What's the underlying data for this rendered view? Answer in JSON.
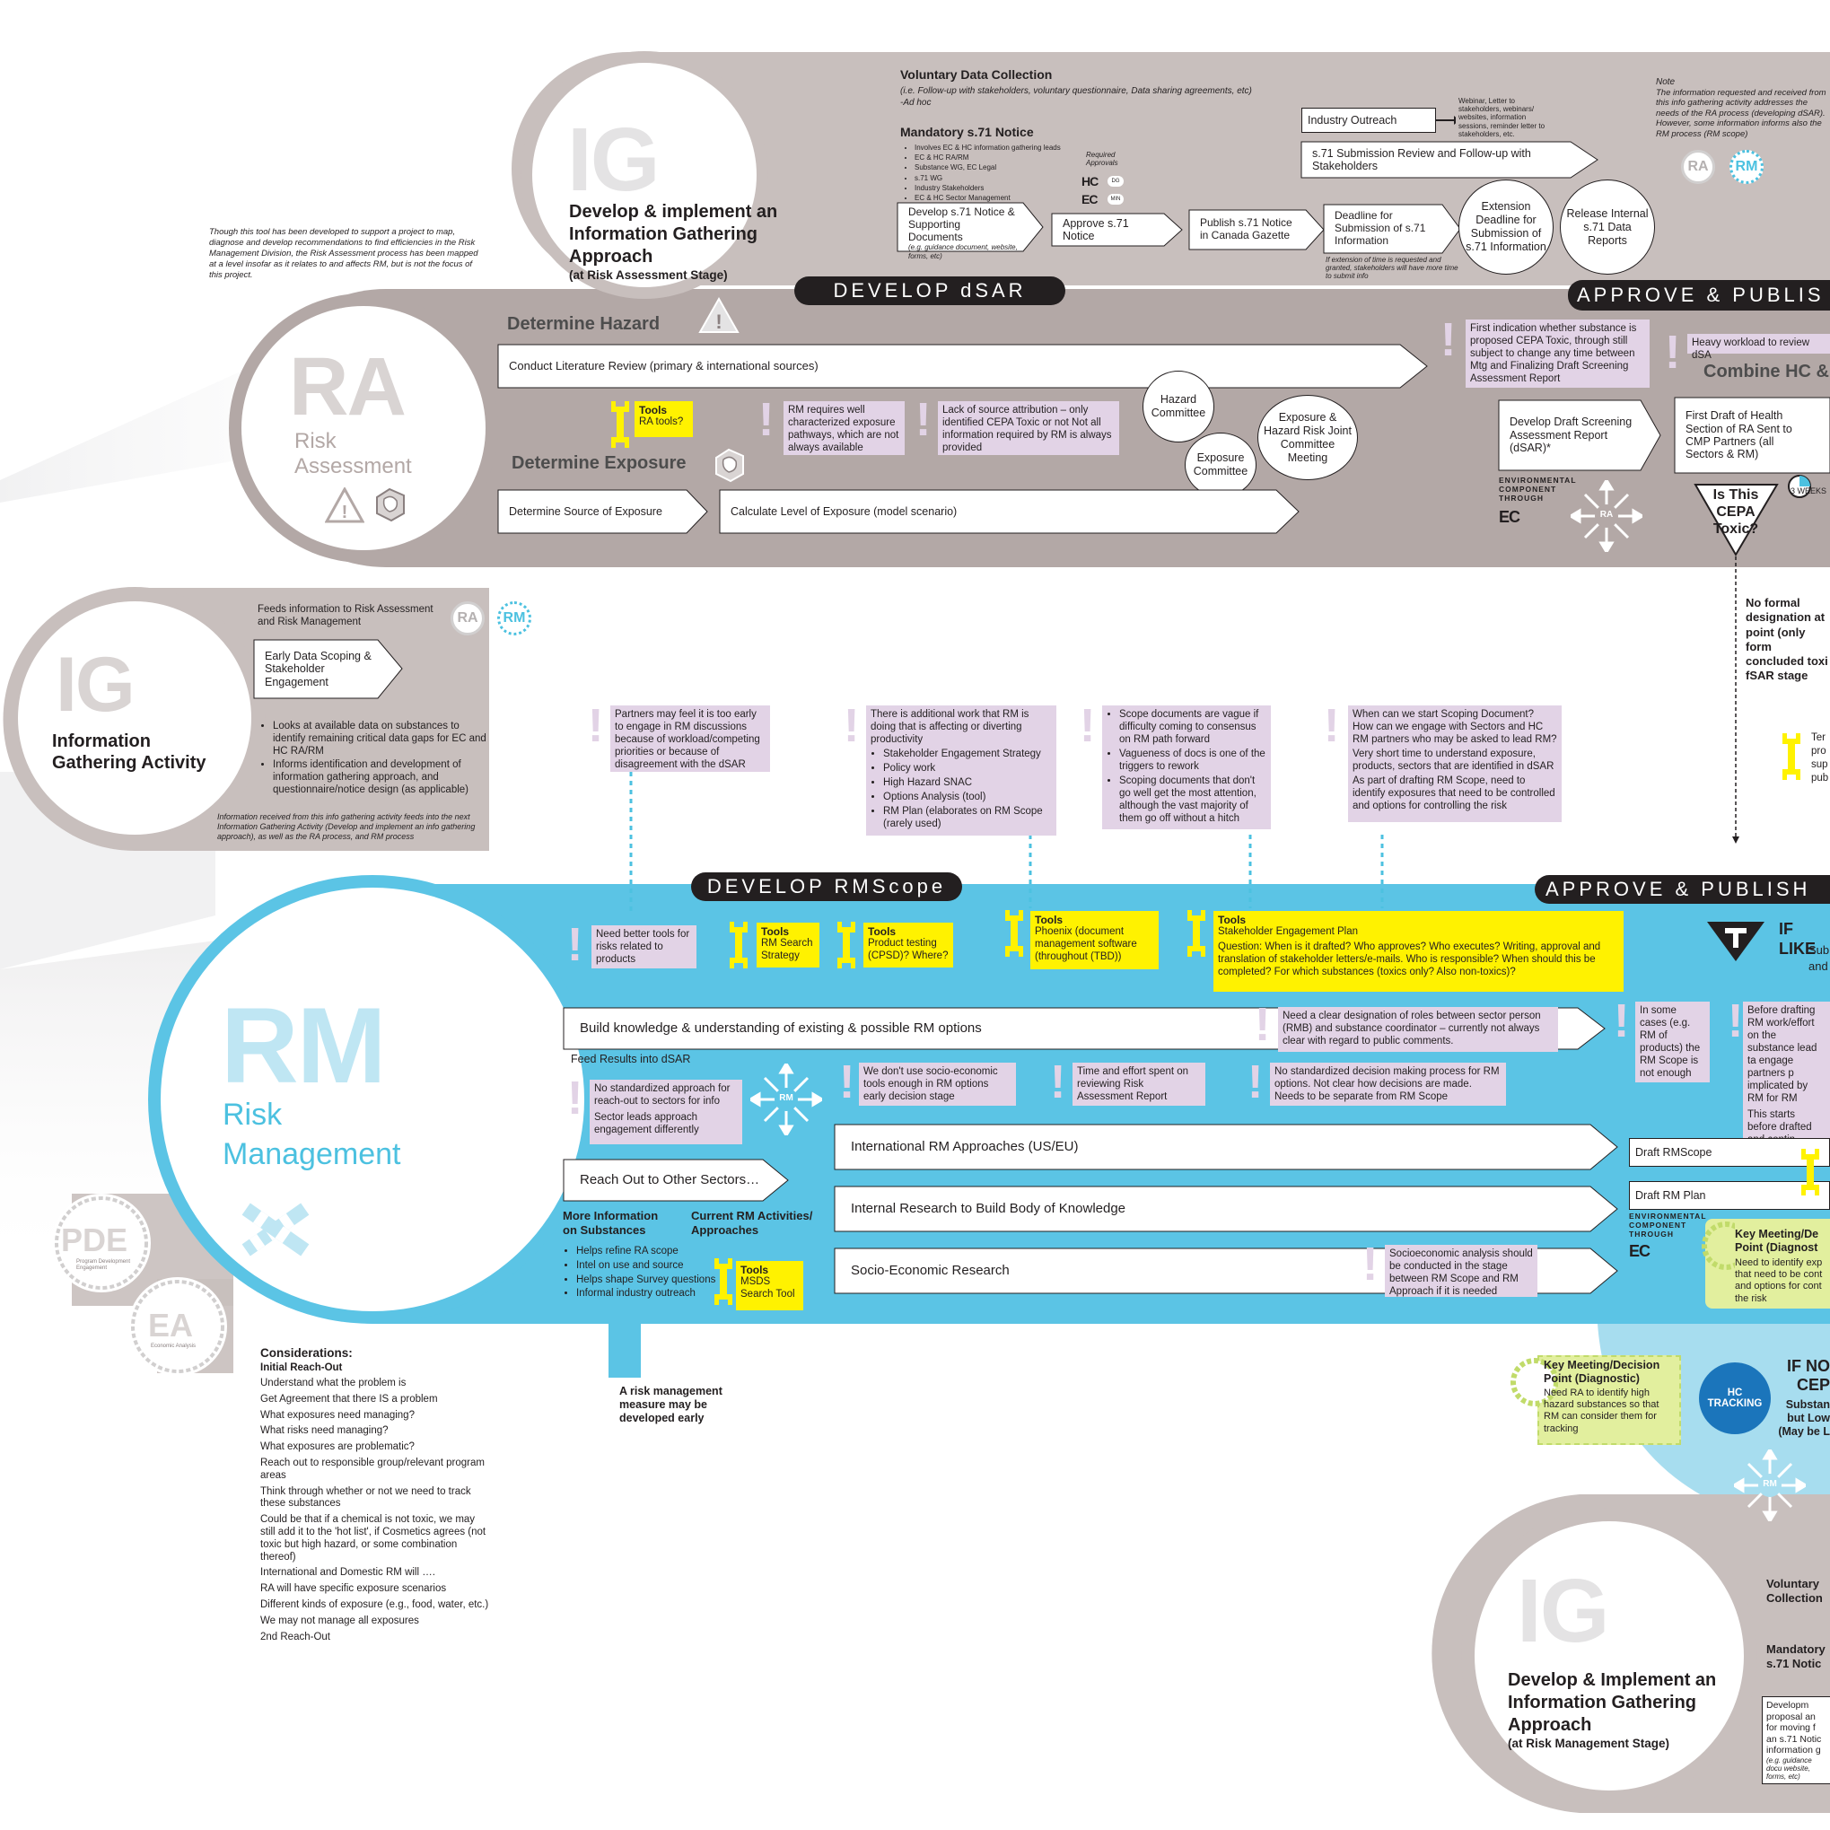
{
  "ig_top": {
    "voluntary_title": "Voluntary Data Collection",
    "voluntary_sub": "(i.e. Follow-up with stakeholders, voluntary questionnaire, Data sharing agreements, etc)",
    "voluntary_sub2": "-Ad hoc",
    "mandatory_title": "Mandatory s.71 Notice",
    "mandatory_items": [
      "Involves EC & HC information gathering leads",
      "EC & HC RA/RM",
      "Substance WG, EC Legal",
      "s.71 WG",
      "Industry Stakeholders",
      "EC & HC Sector Management"
    ],
    "required_approvals": "Required Approvals",
    "hc": "HC",
    "ec": "EC",
    "dg": "DG",
    "min": "MIN",
    "steps": [
      "Develop s.71 Notice & Supporting Documents",
      "Approve s.71 Notice",
      "Publish s.71 Notice in Canada Gazette",
      "Deadline for Submission of s.71 Information"
    ],
    "step1_sub": "(e.g. guidance document, website, forms, etc)",
    "deadline_note": "If extension of time is requested and granted, stakeholders will have more time to submit info",
    "extension": "Extension Deadline for Submission of s.71 Information",
    "release": "Release Internal s.71 Data Reports",
    "industry_outreach": "Industry Outreach",
    "industry_note": "Webinar, Letter to stakeholders, webinars/ websites, information sessions, reminder letter to stakeholders, etc.",
    "submission_review": "s.71 Submission Review and Follow-up with Stakeholders",
    "note_title": "Note",
    "note_text": "The information requested and received from this info gathering activity addresses the needs of the RA process (developing dSAR). However, some information informs also the RM process (RM scope)",
    "big": "IG",
    "title": "Develop & implement an Information Gathering Approach",
    "subtitle": "(at Risk Assessment Stage)",
    "ra": "RA",
    "rm": "RM"
  },
  "intro_note": "Though this tool has been developed to support a project to map, diagnose and develop recommendations to find efficiencies in the Risk Management Division, the Risk Assessment process has been mapped at a level insofar as it relates to and affects RM, but is not the focus of this project.",
  "ra": {
    "banner": "DEVELOP dSAR",
    "banner2": "APPROVE & PUBLIS",
    "big": "RA",
    "label": "Risk Assessment",
    "hazard_heading": "Determine Hazard",
    "exposure_heading": "Determine Exposure",
    "lit_review": "Conduct Literature Review (primary & international sources)",
    "tools_title": "Tools",
    "tools_text": "RA tools?",
    "note1": "RM requires well characterized exposure pathways, which are not always available",
    "note2": "Lack of source attribution – only identified CEPA Toxic or not Not all information required by RM is always provided",
    "hazard_committee": "Hazard Committee",
    "exposure_committee": "Exposure Committee",
    "joint_committee": "Exposure & Hazard Risk Joint Committee Meeting",
    "source": "Determine Source of Exposure",
    "calc": "Calculate Level of Exposure (model scenario)",
    "first_indication": "First indication whether substance is proposed CEPA Toxic, through still subject to change any time between Mtg and Finalizing Draft Screening Assessment Report",
    "heavy_workload": "Heavy workload to review dSA",
    "combine": "Combine HC &",
    "draft_report": "Develop Draft Screening Assessment Report (dSAR)*",
    "first_draft": "First Draft of Health Section of RA Sent to CMP Partners (all Sectors & RM)",
    "env_component": "ENVIRONMENTAL COMPONENT THROUGH",
    "ec": "EC",
    "hub": "RA",
    "weeks": "3 WEEKS",
    "cepa": "Is This CEPA Toxic?",
    "no_formal": "No formal designation at point (only form concluded toxi fSAR stage"
  },
  "ig_mid": {
    "feeds": "Feeds information to Risk Assessment and Risk Management",
    "ra": "RA",
    "rm": "RM",
    "early": "Early Data Scoping & Stakeholder Engagement",
    "big": "IG",
    "title": "Information Gathering Activity",
    "bullets": [
      "Looks at available data on substances to identify remaining critical data gaps for EC and HC RA/RM",
      "Informs identification and development of information gathering approach, and questionnaire/notice design (as applicable)"
    ],
    "footer": "Information received from this info gathering activity feeds into the next Information Gathering Activity (Develop and implement an info gathering approach), as well as the RA process, and RM process"
  },
  "mid_notes": {
    "n1": "Partners may feel it is too early to engage in RM discussions because of workload/competing priorities or because of disagreement with the dSAR",
    "n2_head": "There is additional work that RM is doing that is affecting or diverting productivity",
    "n2_items": [
      "Stakeholder Engagement Strategy",
      "Policy work",
      "High Hazard SNAC",
      "Options Analysis (tool)",
      "RM Plan (elaborates on RM Scope (rarely used)"
    ],
    "n3_items": [
      "Scope documents are vague if difficulty coming to consensus on RM path forward",
      "Vagueness of docs is one of the triggers to rework",
      "Scoping documents that don't go well get the most attention, although the vast majority of them go off without a hitch"
    ],
    "n4_lines": [
      "When can we start Scoping Document?",
      "How can we engage with Sectors and HC RM partners who may be asked to lead RM?",
      "Very short time to understand exposure, products, sectors that are identified in dSAR",
      "As part of drafting RM Scope, need to identify exposures that need to be controlled and options for controlling the risk"
    ],
    "right_tool": "Ter pro sup pub"
  },
  "rm": {
    "banner": "DEVELOP RMScope",
    "banner2": "APPROVE & PUBLISH",
    "big": "RM",
    "label": "Risk Management",
    "need_tools": "Need better tools for risks related to products",
    "tool1_title": "Tools",
    "tool1_text": "RM Search Strategy",
    "tool2_title": "Tools",
    "tool2_text": "Product testing (CPSD)? Where?",
    "tool3_title": "Tools",
    "tool3_text": "Phoenix (document management software (throughout (TBD))",
    "tool4_title": "Tools",
    "tool4_text": "Stakeholder Engagement Plan",
    "tool4_q": "Question: When is it drafted? Who approves? Who executes? Writing, approval and translation of stakeholder letters/e-mails. Who is responsible? When should this be completed? For which substances (toxics only? Also non-toxics)?",
    "build": "Build knowledge & understanding of existing & possible RM options",
    "clear_designation": "Need a clear designation of roles between sector person (RMB) and substance coordinator – currently not always clear with regard to public comments.",
    "feed": "Feed Results into dSAR",
    "no_std_reach": "No standardized approach for reach-out to sectors for info",
    "sector_leads": "Sector leads approach engagement differently",
    "hub": "RM",
    "socio_note": "We don't use socio-economic tools enough in RM options early decision stage",
    "time_effort": "Time and effort spent on reviewing Risk Assessment Report",
    "no_std_decision": "No standardized decision making process for RM options. Not clear how decisions are made. Needs to be separate from RM Scope",
    "intl": "International RM Approaches (US/EU)",
    "internal": "Internal Research to Build Body of Knowledge",
    "socio": "Socio-Economic Research",
    "socio_analysis": "Socioeconomic analysis should be conducted in the stage between RM Scope and RM Approach if it is needed",
    "reach_out": "Reach Out to Other Sectors…",
    "more_info": "More Information on Substances",
    "current": "Current RM Activities/ Approaches",
    "more_items": [
      "Helps refine RA scope",
      "Intel on use and source",
      "Helps shape Survey questions",
      "Informal industry outreach"
    ],
    "tool5_title": "Tools",
    "tool5_text": "MSDS Search Tool",
    "in_some_cases": "In some cases (e.g. RM of products) the RM Scope is not enough",
    "before_drafting": "Before drafting RM work/effort on the substance lead ta engage partners p implicated by RM for RM",
    "starts_before": "This starts before drafted and contin",
    "if_likely": "IF LIKE",
    "sub_and": "Sub and",
    "draft_scope": "Draft RMScope",
    "draft_plan": "Draft RM Plan",
    "env_component": "ENVIRONMENTAL COMPONENT THROUGH",
    "ec": "EC",
    "key_meeting_right": "Key Meeting/De Point (Diagnost",
    "key_meeting_right_text": "Need to identify exp that need to be cont and options for cont the risk",
    "early_measure": "A risk management measure may be developed early"
  },
  "bottom_left": {
    "pde": "PDE",
    "pde_sub": "Program Development Engagement",
    "ea": "EA",
    "ea_sub": "Economic Analysis",
    "considerations": "Considerations:",
    "initial": "Initial Reach-Out",
    "lines": [
      "Understand what the problem is",
      "Get Agreement that there IS a problem",
      "What exposures need managing?",
      "What risks need managing?",
      "What exposures are problematic?",
      "Reach out to responsible group/relevant program areas",
      "Think through whether or not we need to track these substances",
      "Could be that if a chemical is not toxic, we may still add it to the 'hot list', if Cosmetics agrees (not toxic but high hazard, or some combination thereof)",
      "International and Domestic RM will ….",
      "RA will have specific exposure scenarios",
      "Different kinds of exposure (e.g., food, water, etc.)",
      "We may not manage all exposures",
      "2nd Reach-Out"
    ]
  },
  "bottom_right": {
    "key_meeting": "Key Meeting/Decision Point (Diagnostic)",
    "key_meeting_text": "Need RA to identify high hazard substances so that RM can consider them for tracking",
    "hc_tracking": "HC TRACKING",
    "if_not": "IF NO CEP",
    "if_not_sub": "Substan but Low (May be L",
    "hub": "RM",
    "big": "IG",
    "title": "Develop & Implement an Information Gathering Approach",
    "subtitle": "(at Risk Management Stage)",
    "voluntary": "Voluntary Collection",
    "mandatory": "Mandatory s.71 Notic",
    "dev_box": "Developm proposal an for moving f an s.71 Notic information g",
    "dev_box_sub": "(e.g. guidance docu website, forms, etc)"
  },
  "colors": {
    "gray_band": "#c8bfbd",
    "blue_band": "#5bc4e5",
    "note": "#e2d3e6",
    "tool": "#fff200",
    "banner": "#231f20",
    "rm_text": "#4cc1e0"
  },
  "icons": [
    "warning-icon",
    "exposure-icon",
    "wrench-icon",
    "exclamation-icon",
    "hub-arrows-icon",
    "triangle-t-icon",
    "ra-badge",
    "rm-badge"
  ]
}
